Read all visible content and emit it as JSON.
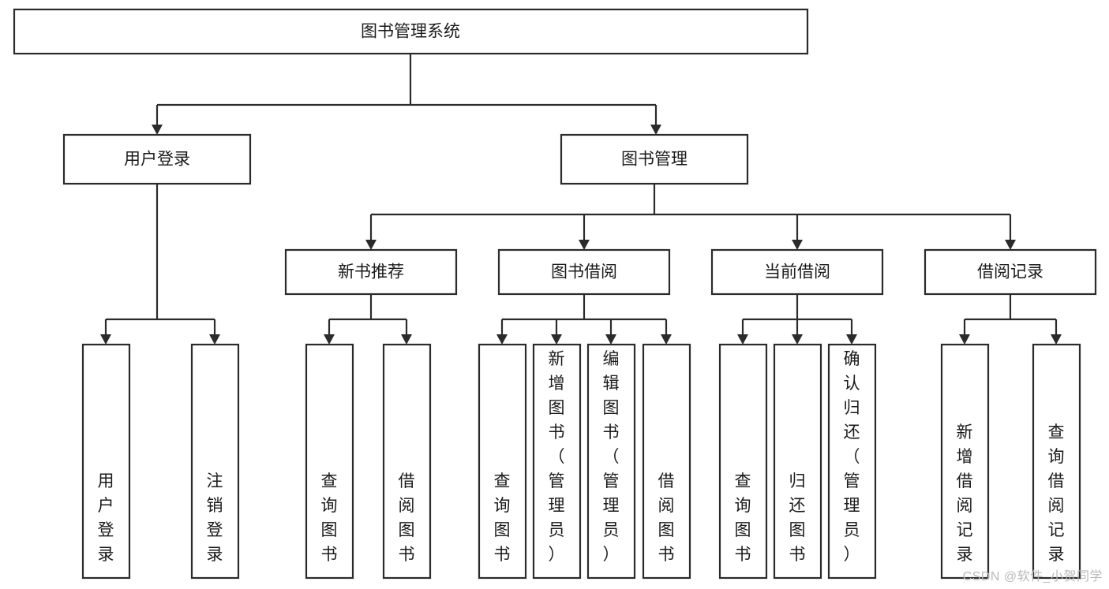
{
  "diagram": {
    "type": "tree",
    "title": "图书管理系统",
    "orientation": "top-down",
    "watermark": "CSDN @软件_小贺同学",
    "colors": {
      "box_stroke": "#2b2b2b",
      "box_fill": "#ffffff",
      "text": "#1a1a1a",
      "watermark": "#b9b9b9",
      "background": "#ffffff"
    },
    "nodes": {
      "root": {
        "label": "图书管理系统",
        "level": 0
      },
      "l1": [
        {
          "id": "user-login",
          "label": "用户登录"
        },
        {
          "id": "book-manage",
          "label": "图书管理"
        }
      ],
      "l2": [
        {
          "id": "new-book-recommend",
          "label": "新书推荐",
          "parent": "book-manage"
        },
        {
          "id": "book-borrow",
          "label": "图书借阅",
          "parent": "book-manage"
        },
        {
          "id": "current-borrow",
          "label": "当前借阅",
          "parent": "book-manage"
        },
        {
          "id": "borrow-record",
          "label": "借阅记录",
          "parent": "book-manage"
        }
      ],
      "leaves": {
        "user-login": [
          {
            "id": "leaf-user-login",
            "label": "用户登录"
          },
          {
            "id": "leaf-logout",
            "label": "注销登录"
          }
        ],
        "new-book-recommend": [
          {
            "id": "leaf-query-book-1",
            "label": "查询图书"
          },
          {
            "id": "leaf-borrow-book-1",
            "label": "借阅图书"
          }
        ],
        "book-borrow": [
          {
            "id": "leaf-query-book-2",
            "label": "查询图书"
          },
          {
            "id": "leaf-add-book",
            "label": "新增图书（管理员）"
          },
          {
            "id": "leaf-edit-book",
            "label": "编辑图书（管理员）"
          },
          {
            "id": "leaf-borrow-book-2",
            "label": "借阅图书"
          }
        ],
        "current-borrow": [
          {
            "id": "leaf-query-book-3",
            "label": "查询图书"
          },
          {
            "id": "leaf-return-book",
            "label": "归还图书"
          },
          {
            "id": "leaf-confirm-return",
            "label": "确认归还（管理员）"
          }
        ],
        "borrow-record": [
          {
            "id": "leaf-add-record",
            "label": "新增借阅记录"
          },
          {
            "id": "leaf-query-record",
            "label": "查询借阅记录"
          }
        ]
      }
    }
  }
}
